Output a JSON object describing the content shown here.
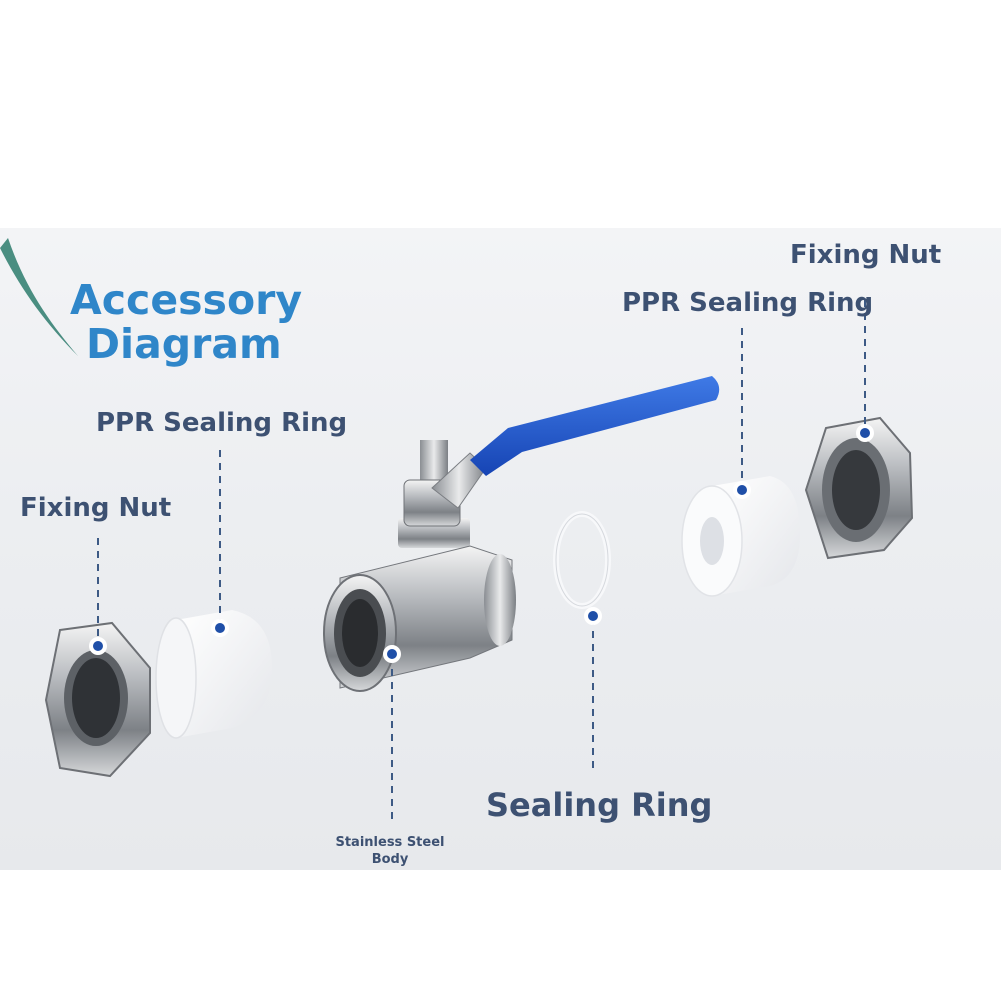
{
  "title": {
    "line1": "Accessory",
    "line2": "Diagram"
  },
  "labels": {
    "fixing_nut_left": "Fixing Nut",
    "ppr_ring_left": "PPR Sealing Ring",
    "body": "Stainless Steel Body",
    "sealing_ring": "Sealing Ring",
    "ppr_ring_right": "PPR Sealing Ring",
    "fixing_nut_right": "Fixing Nut"
  },
  "colors": {
    "title": "#2f86c9",
    "label": "#3d5172",
    "handle": "#1e54c8",
    "leader": "#3d5a85",
    "marker": "#1f4fa8"
  }
}
